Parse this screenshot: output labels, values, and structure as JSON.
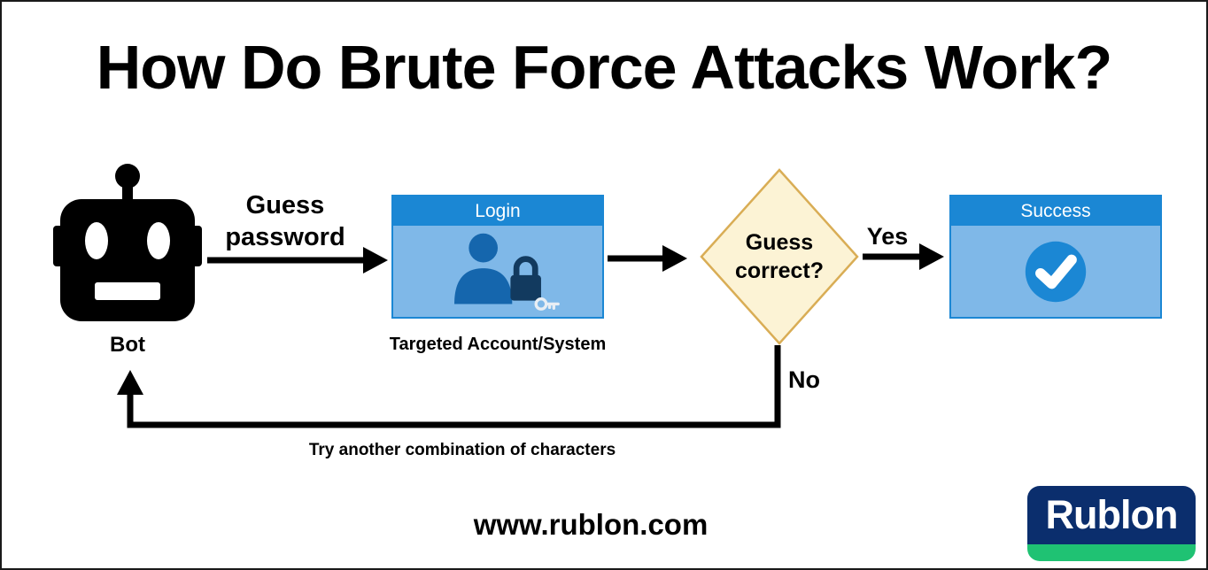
{
  "title": "How Do Brute Force Attacks Work?",
  "nodes": {
    "bot": {
      "label": "Bot"
    },
    "login": {
      "header": "Login",
      "caption": "Targeted Account/System"
    },
    "decision": {
      "line1": "Guess",
      "line2": "correct?"
    },
    "success": {
      "header": "Success"
    }
  },
  "edges": {
    "guess_password": {
      "line1": "Guess",
      "line2": "password"
    },
    "yes_label": "Yes",
    "no_label": "No",
    "retry_label": "Try another combination of characters"
  },
  "footer": {
    "website": "www.rublon.com",
    "logo_text": "Rublon"
  },
  "icons": {
    "bot": "robot-icon",
    "login": "user-lock-icon",
    "success": "check-icon"
  },
  "colors": {
    "header_blue": "#1b87d4",
    "body_blue": "#7fb8e8",
    "diamond_fill": "#fcf3d5",
    "diamond_border": "#d9ad55",
    "logo_navy": "#0b2e6d",
    "logo_green": "#1fc273",
    "line_black": "#000000"
  }
}
